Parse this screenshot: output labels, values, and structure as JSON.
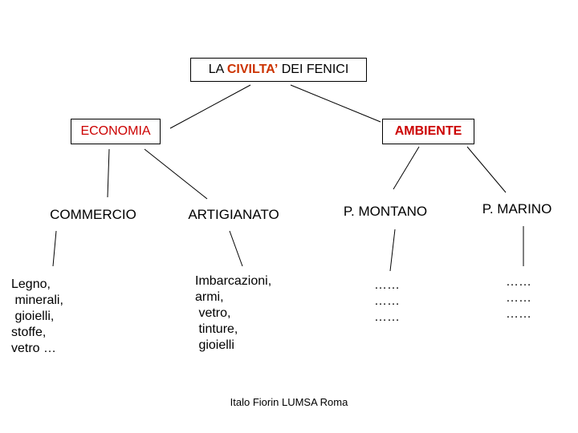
{
  "title": {
    "prefix": "LA ",
    "highlight": "CIVILTA’",
    "suffix": " DEI FENICI"
  },
  "nodes": {
    "economia": "ECONOMIA",
    "ambiente": "AMBIENTE",
    "commercio": "COMMERCIO",
    "artigianato": "ARTIGIANATO",
    "montano": "P. MONTANO",
    "marino": "P. MARINO",
    "commercio_detail": "Legno,\n minerali,\n gioielli,\nstoffe,\nvetro …",
    "artigianato_detail": "Imbarcazioni,\narmi,\n vetro,\n tinture,\n gioielli",
    "montano_detail": "……\n……\n……",
    "marino_detail": "……\n……\n……"
  },
  "credit": "Italo Fiorin LUMSA Roma",
  "colors": {
    "accent": "#cc0000",
    "title_accent": "#cc3300",
    "line": "#000000"
  }
}
